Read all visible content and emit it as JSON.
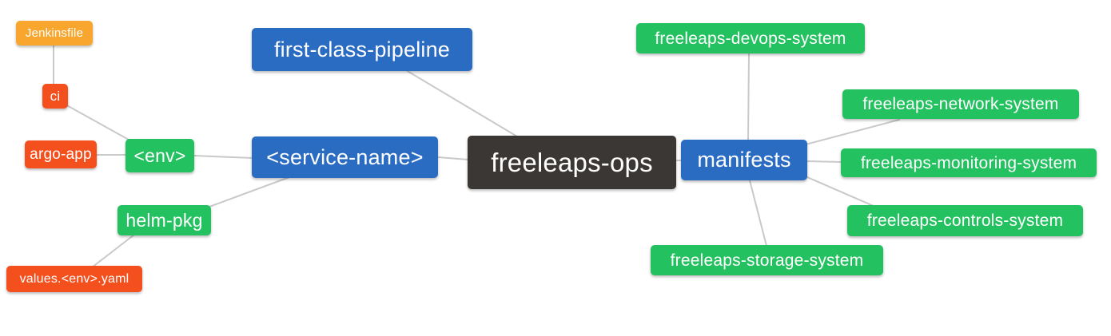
{
  "palette": {
    "canvas": "#FFFFFF",
    "root_bg": "#3B3734",
    "branch_bg": "#2B6CC3",
    "topic_bg": "#23C160",
    "detail_bg": "#F4501E",
    "file_bg": "#F9A62E",
    "edge": "#C9C9C9",
    "text": "#FFFFFF"
  },
  "nodes": [
    {
      "id": "freeleaps-ops",
      "label": "freeleaps-ops",
      "level": "root"
    },
    {
      "id": "first-class-pipeline",
      "label": "first-class-pipeline",
      "level": "branch"
    },
    {
      "id": "service-name",
      "label": "<service-name>",
      "level": "branch"
    },
    {
      "id": "manifests",
      "label": "manifests",
      "level": "branch"
    },
    {
      "id": "env",
      "label": "<env>",
      "level": "topic"
    },
    {
      "id": "helm-pkg",
      "label": "helm-pkg",
      "level": "topic"
    },
    {
      "id": "ci",
      "label": "ci",
      "level": "detail"
    },
    {
      "id": "argo-app",
      "label": "argo-app",
      "level": "detail"
    },
    {
      "id": "jenkinsfile",
      "label": "Jenkinsfile",
      "level": "file"
    },
    {
      "id": "values-env-yaml",
      "label": "values.<env>.yaml",
      "level": "detail"
    },
    {
      "id": "freeleaps-devops-system",
      "label": "freeleaps-devops-system",
      "level": "topic"
    },
    {
      "id": "freeleaps-network-system",
      "label": "freeleaps-network-system",
      "level": "topic"
    },
    {
      "id": "freeleaps-monitoring-system",
      "label": "freeleaps-monitoring-system",
      "level": "topic"
    },
    {
      "id": "freeleaps-controls-system",
      "label": "freeleaps-controls-system",
      "level": "topic"
    },
    {
      "id": "freeleaps-storage-system",
      "label": "freeleaps-storage-system",
      "level": "topic"
    }
  ],
  "edges": [
    [
      "jenkinsfile",
      "ci"
    ],
    [
      "ci",
      "env"
    ],
    [
      "argo-app",
      "env"
    ],
    [
      "env",
      "service-name"
    ],
    [
      "service-name",
      "helm-pkg"
    ],
    [
      "helm-pkg",
      "values-env-yaml"
    ],
    [
      "first-class-pipeline",
      "freeleaps-ops"
    ],
    [
      "service-name",
      "freeleaps-ops"
    ],
    [
      "freeleaps-ops",
      "manifests"
    ],
    [
      "manifests",
      "freeleaps-devops-system"
    ],
    [
      "manifests",
      "freeleaps-network-system"
    ],
    [
      "manifests",
      "freeleaps-monitoring-system"
    ],
    [
      "manifests",
      "freeleaps-controls-system"
    ],
    [
      "manifests",
      "freeleaps-storage-system"
    ]
  ]
}
